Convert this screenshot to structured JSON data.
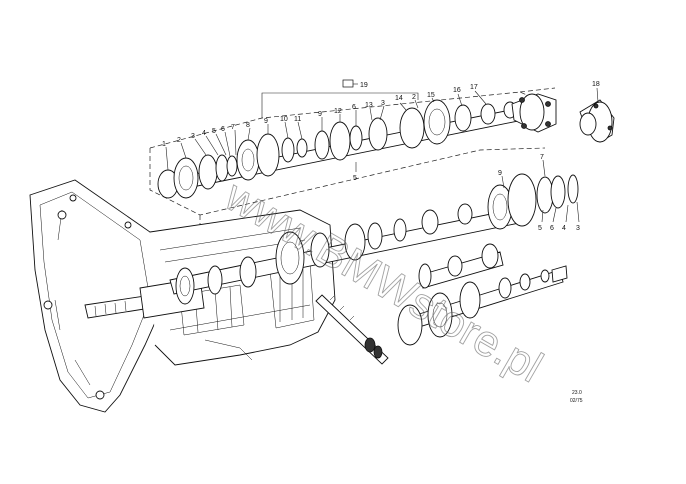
{
  "diagram": {
    "group_ref": "19",
    "upper_labels": [
      "1",
      "2",
      "3",
      "4",
      "5",
      "6",
      "7",
      "8",
      "9",
      "10",
      "11",
      "9",
      "12",
      "6",
      "13",
      "3",
      "14",
      "2",
      "15",
      "16",
      "17",
      "5",
      "18"
    ],
    "lower_labels": [
      "7",
      "9",
      "5",
      "6",
      "4",
      "3"
    ],
    "watermark": "www.BMWstore.pl",
    "ref_code_1": "23.0",
    "ref_code_2": "02/75"
  }
}
